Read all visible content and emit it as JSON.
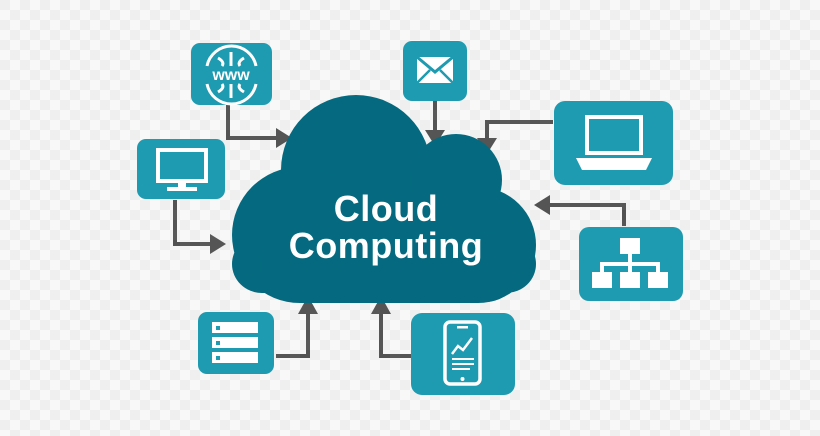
{
  "cloud": {
    "line1": "Cloud",
    "line2": "Computing"
  },
  "nodes": {
    "www": {
      "text": "www",
      "icon": "globe-icon"
    },
    "mail": {
      "icon": "envelope-icon"
    },
    "laptop": {
      "icon": "laptop-icon"
    },
    "monitor": {
      "icon": "monitor-icon"
    },
    "network": {
      "icon": "network-hierarchy-icon"
    },
    "server": {
      "icon": "server-stack-icon"
    },
    "phone": {
      "icon": "smartphone-chart-icon"
    }
  },
  "colors": {
    "background_light": "#f8f8f8",
    "background_grid": "#ececec",
    "cloud": "#056a7f",
    "tile": "#1e9bb0",
    "tile_dark": "#137f92",
    "icon": "#ffffff",
    "arrow": "#555555",
    "title_text": "#ffffff"
  }
}
